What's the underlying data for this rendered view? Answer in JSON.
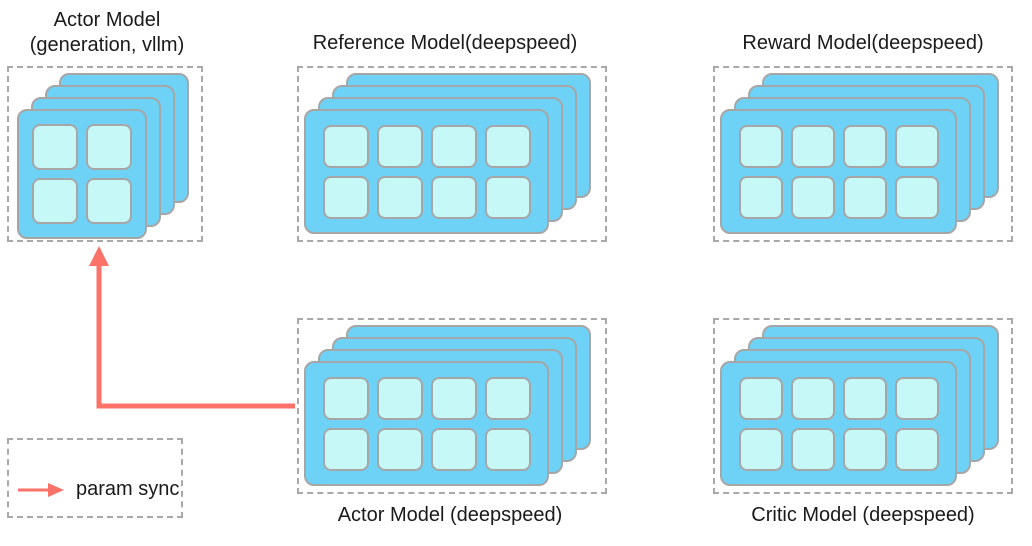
{
  "diagram": {
    "title_hidden": "",
    "colors": {
      "card_fill": "#6ed2f7",
      "card_border": "#a6a6a6",
      "cell_fill": "#c6f8f8",
      "dashed_border": "#a8a8a8",
      "arrow": "#fa7268",
      "text": "#1a1a1a"
    },
    "groups": [
      {
        "id": "actor-vllm",
        "label": "Actor Model\n(generation, vllm)",
        "label_position": "above",
        "cards": 4,
        "grid_cols": 2,
        "grid_rows": 2
      },
      {
        "id": "reference-model",
        "label": "Reference Model(deepspeed)",
        "label_position": "above",
        "cards": 4,
        "grid_cols": 4,
        "grid_rows": 2
      },
      {
        "id": "reward-model",
        "label": "Reward Model(deepspeed)",
        "label_position": "above",
        "cards": 4,
        "grid_cols": 4,
        "grid_rows": 2
      },
      {
        "id": "actor-deepspeed",
        "label": "Actor Model (deepspeed)",
        "label_position": "below",
        "cards": 4,
        "grid_cols": 4,
        "grid_rows": 2
      },
      {
        "id": "critic-model",
        "label": "Critic Model (deepspeed)",
        "label_position": "below",
        "cards": 4,
        "grid_cols": 4,
        "grid_rows": 2
      }
    ],
    "connections": [
      {
        "id": "param-sync-arrow",
        "from": "actor-deepspeed",
        "to": "actor-vllm",
        "kind": "param sync"
      }
    ],
    "legend": {
      "items": [
        {
          "label": "param sync",
          "color": "#fa7268"
        }
      ]
    }
  }
}
